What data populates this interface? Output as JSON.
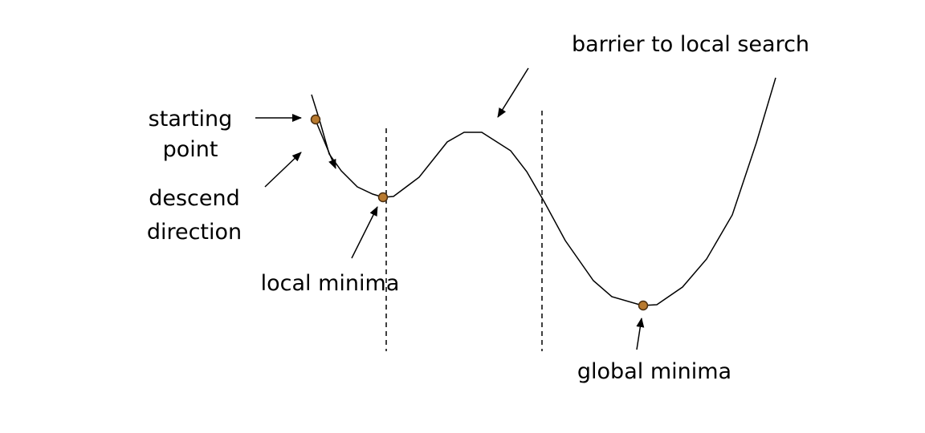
{
  "labels": {
    "starting_point_line1": "starting",
    "starting_point_line2": "point",
    "descend_direction_line1": "descend",
    "descend_direction_line2": "direction",
    "local_minima": "local minima",
    "barrier": "barrier to local search",
    "global_minima": "global minima"
  },
  "colors": {
    "line": "#000000",
    "point_fill": "#b87a2f",
    "point_stroke": "#4a2e10",
    "background": "#ffffff"
  }
}
